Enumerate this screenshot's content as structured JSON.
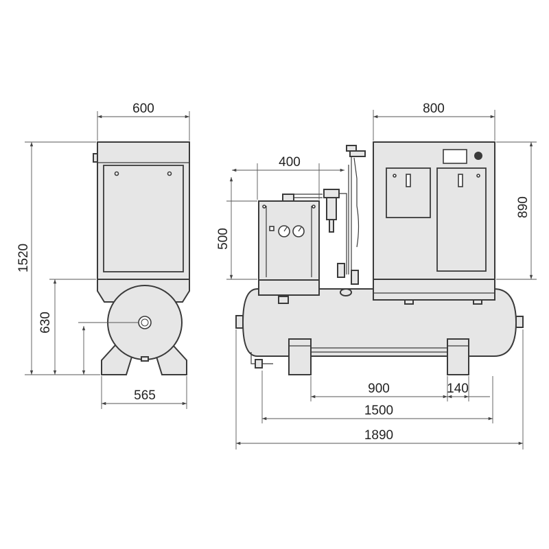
{
  "colors": {
    "fill": "#e6e6e6",
    "stroke": "#3a3a3a",
    "dimension_line": "#555555",
    "background": "#ffffff"
  },
  "side_view": {
    "width_label": "600",
    "height_label": "1520",
    "tank_center_label": "630",
    "foot_width_label": "565"
  },
  "front_view": {
    "compressor_width_label": "800",
    "compressor_height_label": "890",
    "dryer_width_label": "400",
    "dryer_height_label": "500",
    "foot_spacing_label": "900",
    "foot_width_label": "140",
    "tank_length_label": "1500",
    "overall_length_label": "1890"
  }
}
